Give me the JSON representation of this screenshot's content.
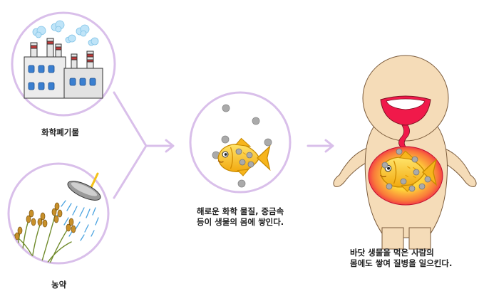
{
  "labels": {
    "factory": "화학폐기물",
    "pesticide": "농약",
    "fish_line1": "해로운 화학 물질, 중금속",
    "fish_line2": "등이 생물의 몸에 쌓인다.",
    "human_line1": "바닷 생물을 먹은 사람의",
    "human_line2": "몸에도 쌓여 질병을 일으킨다."
  },
  "colors": {
    "circle_border": "#d9bfea",
    "arrow": "#d9bfea",
    "body_skin": "#f5dcb8",
    "stomach_red": "#f0194a",
    "stomach_yellow": "#ffd93a",
    "fish_gold": "#f7c21c",
    "particle": "#aaaaaa",
    "spray": "#4aa3e0",
    "smoke": "#bfe4f8"
  }
}
